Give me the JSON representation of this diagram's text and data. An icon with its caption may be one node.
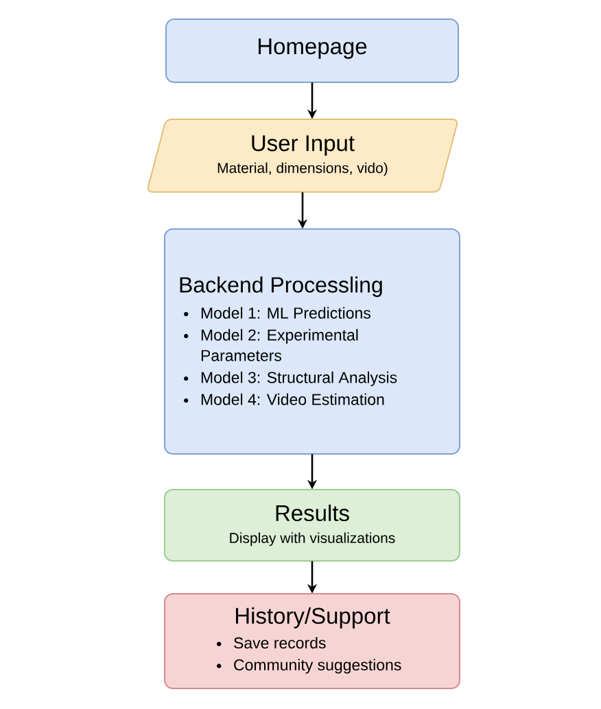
{
  "diagram": {
    "nodes": [
      {
        "text": [
          "Homepage"
        ]
      },
      {
        "text": [
          "User Input",
          "Material, dimensions, vido)"
        ]
      },
      {
        "text": [
          "Backend Processling",
          "Model 1: ML Predictions",
          "Model 2: Experimental Parameters",
          "Model 3: Structural Analysis",
          "Model 4: Video Estimation"
        ]
      },
      {
        "text": [
          "Results",
          "Display with visualizations"
        ]
      },
      {
        "text": [
          "History/Support",
          "Save records",
          "Community suggestions"
        ]
      }
    ],
    "edges": [
      {
        "from": 0,
        "to": 1,
        "arrow": "to"
      },
      {
        "from": 1,
        "to": 2,
        "arrow": "to"
      },
      {
        "from": 2,
        "to": 3,
        "arrow": "to"
      },
      {
        "from": 3,
        "to": 4,
        "arrow": "to"
      }
    ]
  }
}
